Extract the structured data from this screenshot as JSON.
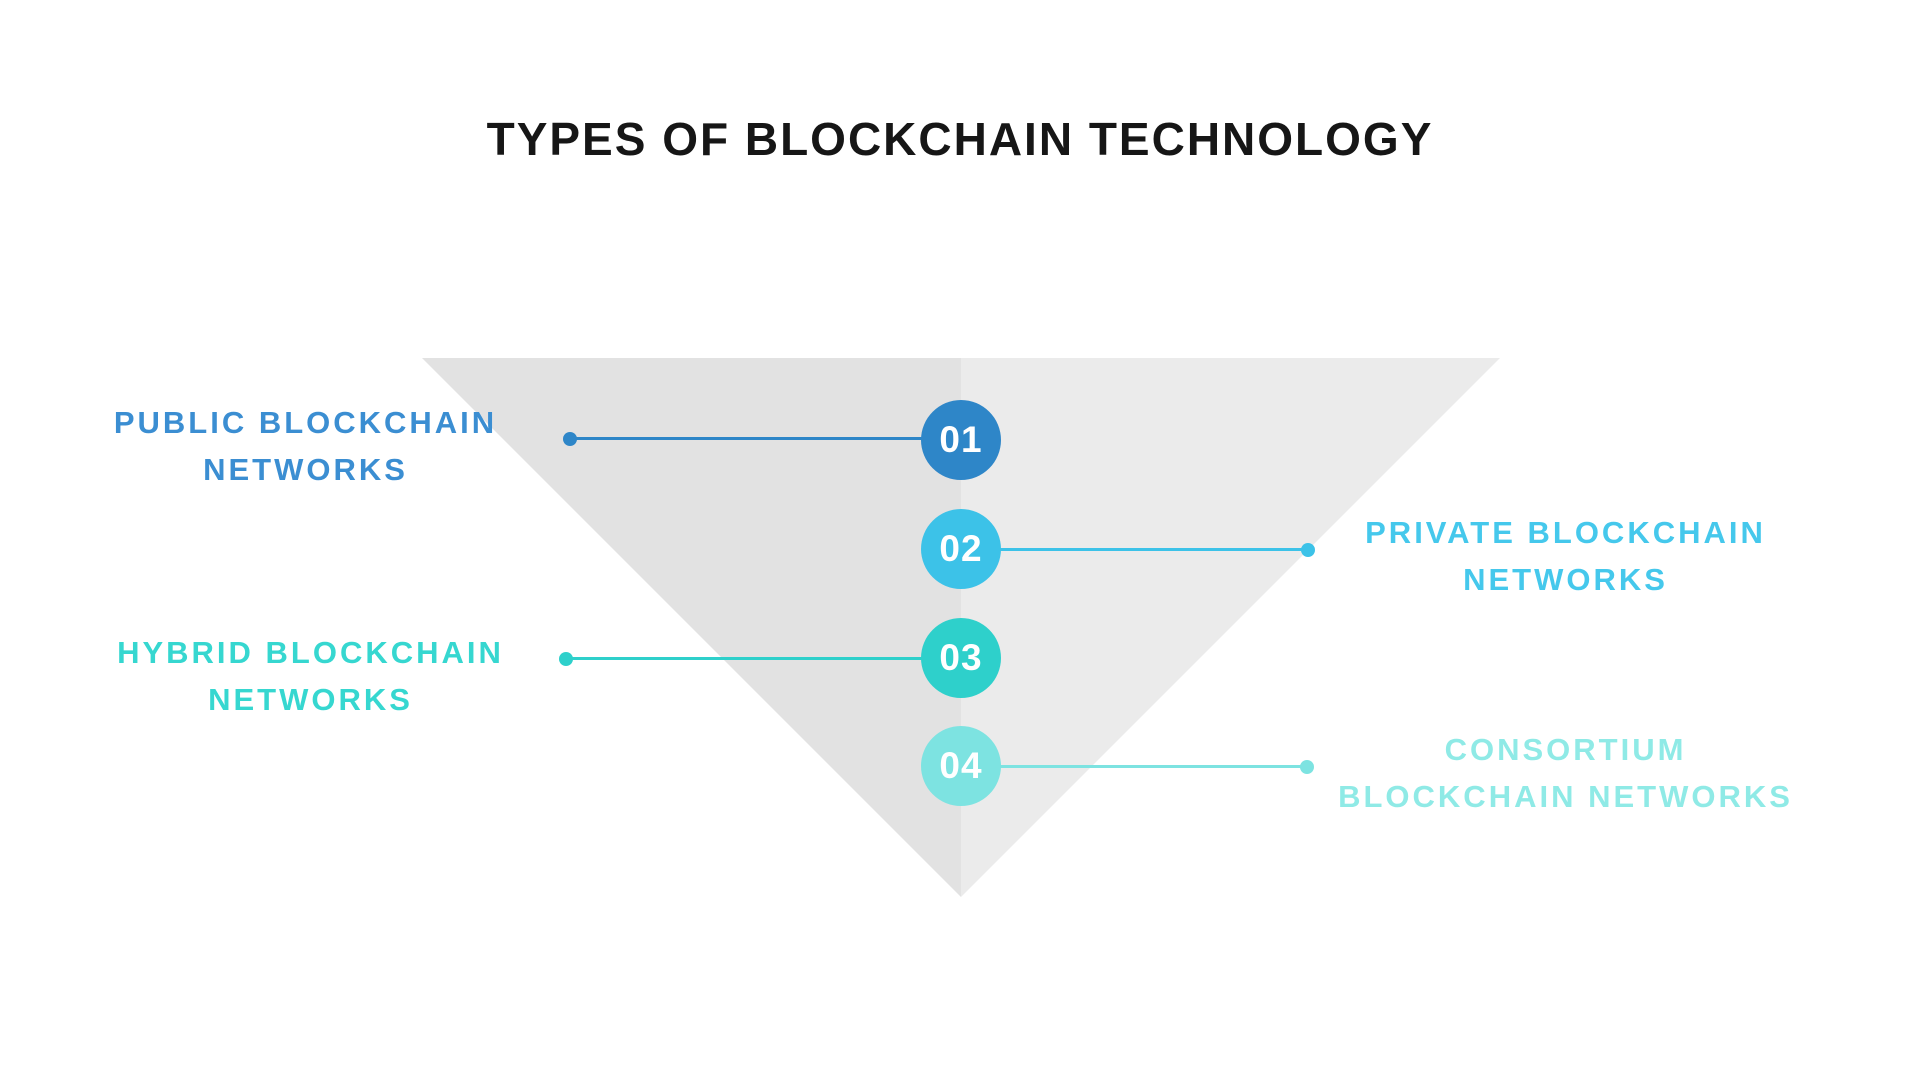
{
  "title": "TYPES OF BLOCKCHAIN TECHNOLOGY",
  "funnel": {
    "left_half_color": "#e2e2e2",
    "right_half_color": "#ebebeb"
  },
  "items": [
    {
      "number": "01",
      "label": "PUBLIC BLOCKCHAIN NETWORKS",
      "side": "left",
      "accent_color": "#2e86c8",
      "label_color": "#3b8ed2"
    },
    {
      "number": "02",
      "label": "PRIVATE BLOCKCHAIN NETWORKS",
      "side": "right",
      "accent_color": "#3cc2e8",
      "label_color": "#45c8ec"
    },
    {
      "number": "03",
      "label": "HYBRID BLOCKCHAIN NETWORKS",
      "side": "left",
      "accent_color": "#2ed0cb",
      "label_color": "#36d7d0"
    },
    {
      "number": "04",
      "label": "CONSORTIUM BLOCKCHAIN NETWORKS",
      "side": "right",
      "accent_color": "#7de3e1",
      "label_color": "#8feae6"
    }
  ]
}
